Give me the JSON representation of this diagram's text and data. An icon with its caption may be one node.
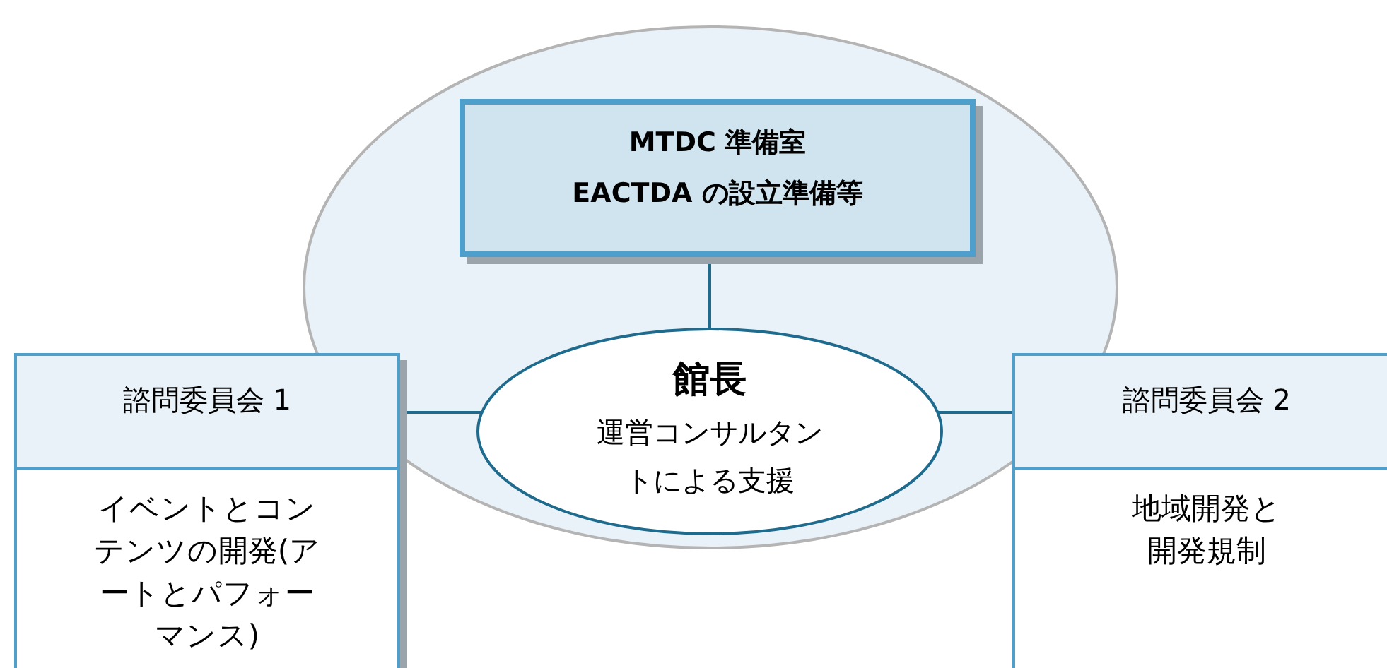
{
  "diagram": {
    "nodes": [
      {
        "text": [],
        "shape": "ellipse"
      },
      {
        "text": [
          "MTDC 準備室",
          "EACTDA の設立準備等"
        ],
        "in": 0
      },
      {
        "text": [
          "館長",
          "運営コンサルタントによる支援"
        ],
        "in": 0
      },
      {
        "text": [
          "諮問委員会 1",
          "イベントとコンテンツの開発(アートとパフォーマンス)"
        ]
      },
      {
        "text": [
          "諮問委員会 2",
          "地域開発と開発規制"
        ]
      }
    ],
    "edges": [
      {
        "from": 1,
        "to": 2,
        "arrow": "none"
      },
      {
        "from": 3,
        "to": 2,
        "arrow": "none"
      },
      {
        "from": 2,
        "to": 4,
        "arrow": "none"
      }
    ]
  }
}
